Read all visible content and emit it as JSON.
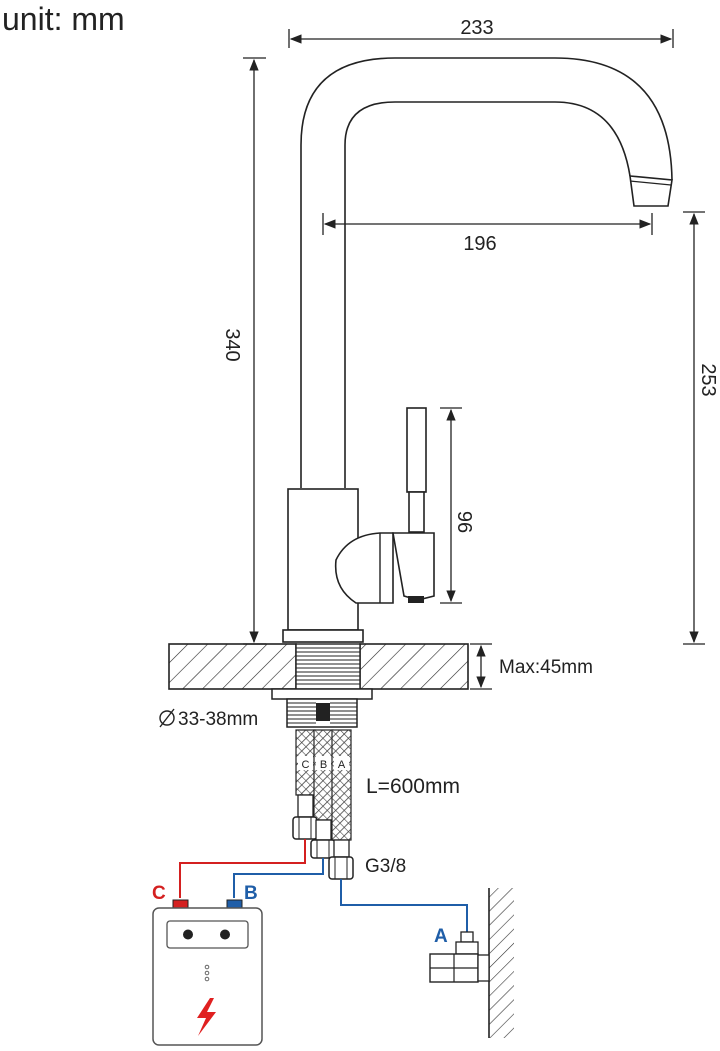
{
  "unit_label": "unit: mm",
  "dimensions": {
    "total_width": "233",
    "reach": "196",
    "total_height": "340",
    "spout_height": "253",
    "handle_height": "96",
    "max_thickness": "Max:45mm",
    "hole_diameter": "33-38mm",
    "hose_length": "L=600mm",
    "thread": "G3/8"
  },
  "hoses": [
    "C",
    "B",
    "A"
  ],
  "connections": {
    "heater_hot": "C",
    "heater_cold": "B",
    "angle_valve": "A"
  },
  "colors": {
    "hot_line": "#d42020",
    "cold_line": "#1f5ea8",
    "line": "#222222",
    "lightning": "#e02020"
  },
  "icons": [
    "diameter-icon",
    "lightning-icon"
  ]
}
